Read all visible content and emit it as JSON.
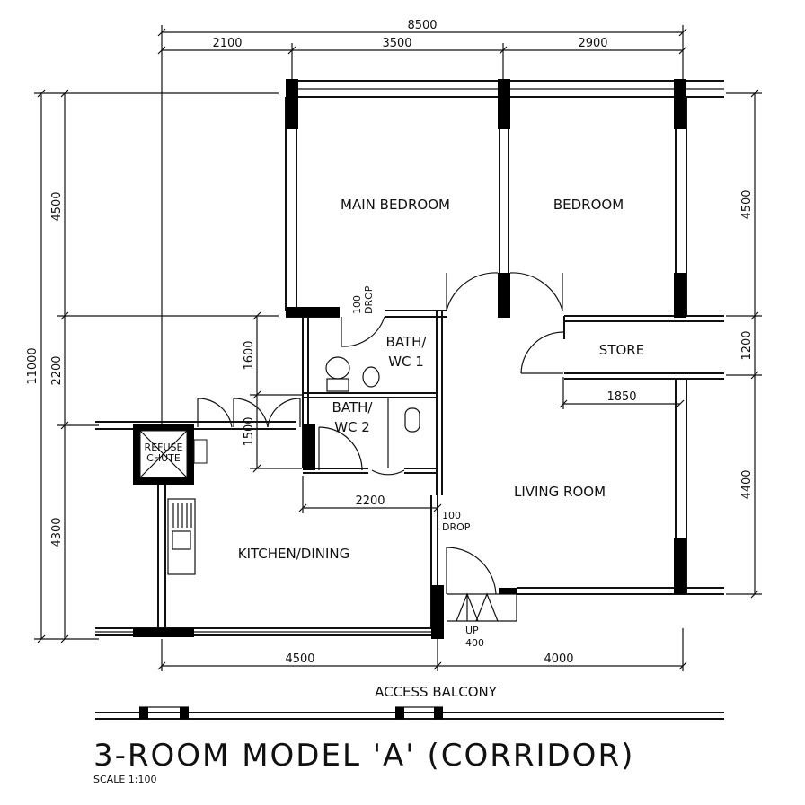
{
  "title": "3-ROOM MODEL 'A' (CORRIDOR)",
  "scale": "SCALE 1:100",
  "rooms": {
    "main_bedroom": "MAIN BEDROOM",
    "bedroom": "BEDROOM",
    "bath1_line1": "BATH/",
    "bath1_line2": "WC 1",
    "bath2_line1": "BATH/",
    "bath2_line2": "WC 2",
    "store": "STORE",
    "living_room": "LIVING ROOM",
    "kitchen_dining": "KITCHEN/DINING",
    "refuse_line1": "REFUSE",
    "refuse_line2": "CHUTE",
    "access_balcony": "ACCESS BALCONY"
  },
  "notes": {
    "drop_top_1": "100",
    "drop_top_2": "DROP",
    "drop_mid_1": "100",
    "drop_mid_2": "DROP",
    "up_1": "UP",
    "up_2": "400"
  },
  "dimensions": {
    "total_width": "8500",
    "top_1": "2100",
    "top_2": "3500",
    "top_3": "2900",
    "bottom_1": "4500",
    "bottom_2": "4000",
    "left_total": "11000",
    "left_1": "4500",
    "left_2": "2200",
    "left_3": "4300",
    "right_1": "4500",
    "right_2": "1200",
    "right_3": "4400",
    "store_width": "1850",
    "inner_1600": "1600",
    "inner_1500": "1500",
    "inner_2200": "2200"
  }
}
